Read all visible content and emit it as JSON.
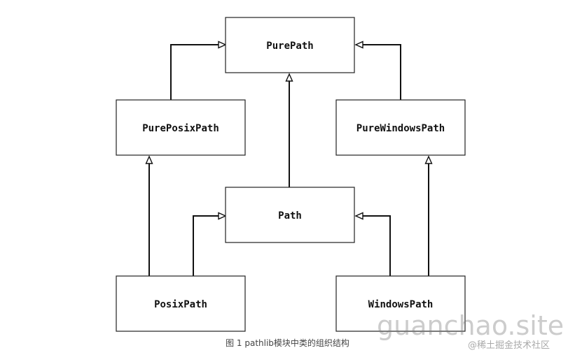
{
  "nodes": {
    "purepath": "PurePath",
    "pureposixpath": "PurePosixPath",
    "purewindowspath": "PureWindowsPath",
    "path": "Path",
    "posixpath": "PosixPath",
    "windowspath": "WindowsPath"
  },
  "edges": [
    {
      "from": "PurePosixPath",
      "to": "PurePath"
    },
    {
      "from": "PureWindowsPath",
      "to": "PurePath"
    },
    {
      "from": "Path",
      "to": "PurePath"
    },
    {
      "from": "PosixPath",
      "to": "PurePosixPath"
    },
    {
      "from": "PosixPath",
      "to": "Path"
    },
    {
      "from": "WindowsPath",
      "to": "Path"
    },
    {
      "from": "WindowsPath",
      "to": "PureWindowsPath"
    }
  ],
  "caption": "图 1 pathlib模块中类的组织结构",
  "watermark": {
    "site": "guanchao.site",
    "community": "@稀土掘金技术社区"
  }
}
